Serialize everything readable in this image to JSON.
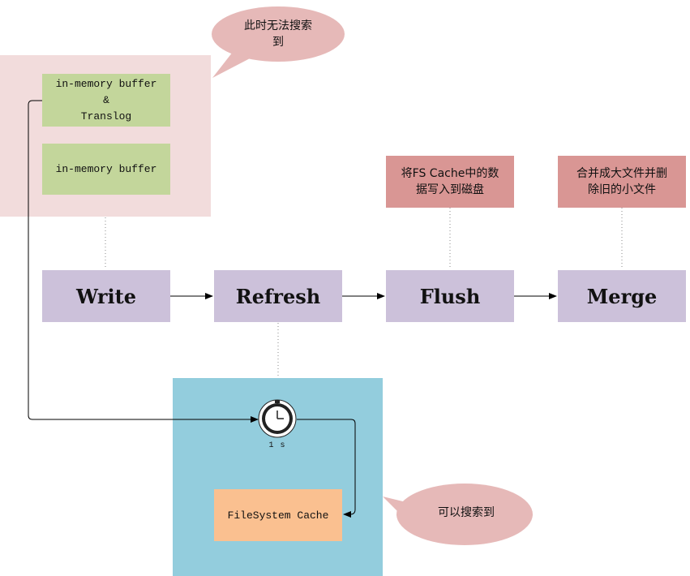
{
  "bubbles": {
    "top_text": "此时无法搜索\n到",
    "bottom_text": "可以搜索到"
  },
  "buffers": {
    "buffer_translog": "in-memory buffer\n&\nTranslog",
    "buffer": "in-memory buffer"
  },
  "stages": {
    "write": "Write",
    "refresh": "Refresh",
    "flush": "Flush",
    "merge": "Merge"
  },
  "notes": {
    "flush": "将FS Cache中的数\n据写入到磁盘",
    "merge": "合并成大文件并删\n除旧的小文件"
  },
  "timer": {
    "label": "1 s"
  },
  "cache": {
    "label": "FileSystem Cache"
  },
  "colors": {
    "pink_panel": "#f2dcdc",
    "blue_panel": "#93cddd",
    "green_box": "#c3d69b",
    "stage": "#ccc1da",
    "note": "#d99694",
    "cache": "#fac090",
    "bubble": "#e6b9b8"
  },
  "icons": {
    "timer": "clock-icon"
  }
}
